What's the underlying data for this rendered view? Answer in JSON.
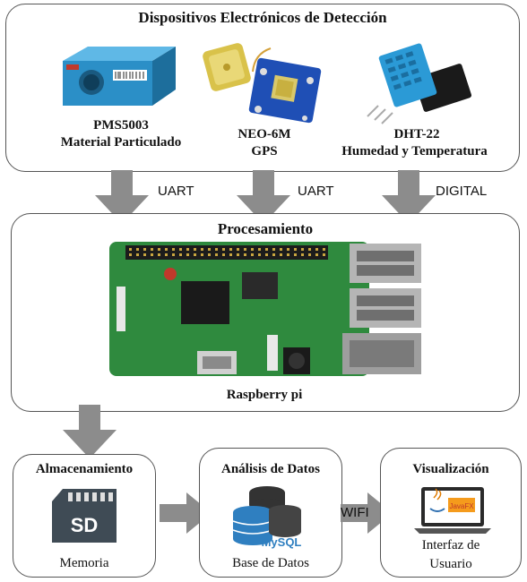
{
  "sensors": {
    "title": "Dispositivos Electrónicos de Detección",
    "pms": {
      "line1": "PMS5003",
      "line2": "Material Particulado"
    },
    "gps": {
      "line1": "NEO-6M",
      "line2": "GPS"
    },
    "dht": {
      "line1": "DHT-22",
      "line2": "Humedad y Temperatura"
    }
  },
  "links": {
    "uart1": "UART",
    "uart2": "UART",
    "digital": "DIGITAL",
    "wifi": "WIFI"
  },
  "processing": {
    "title": "Procesamiento",
    "caption": "Raspberry pi"
  },
  "storage": {
    "title": "Almacenamiento",
    "sd_text": "SD",
    "caption": "Memoria"
  },
  "analysis": {
    "title": "Análisis de Datos",
    "mysql_text": "MySQL",
    "caption": "Base de  Datos"
  },
  "visual": {
    "title": "Visualización",
    "javafx_text": "JavaFX",
    "caption_line1": "Interfaz de",
    "caption_line2": "Usuario"
  },
  "colors": {
    "arrow": "#8c8c8c",
    "sensor_blue": "#2b8fc7",
    "sd_gray": "#3f4b55",
    "db_blue": "#2f7fc0",
    "pcb_green": "#2f8a3e"
  }
}
